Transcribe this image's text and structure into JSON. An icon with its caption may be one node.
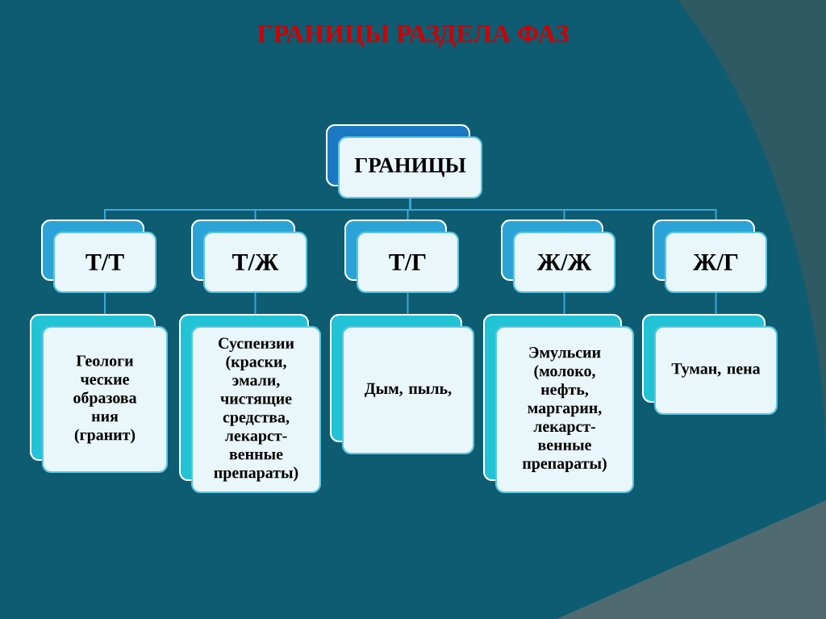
{
  "diagram": {
    "title": "ГРАНИЦЫ РАЗДЕЛА ФАЗ",
    "nodes": [
      {
        "text": [
          "ГРАНИЦЫ"
        ]
      },
      {
        "text": [
          "Т/Т"
        ]
      },
      {
        "text": [
          "Т/Ж"
        ]
      },
      {
        "text": [
          "Т/Г"
        ]
      },
      {
        "text": [
          "Ж/Ж"
        ]
      },
      {
        "text": [
          "Ж/Г"
        ]
      },
      {
        "text": [
          "Геологи ческие образова ния (гранит)"
        ]
      },
      {
        "text": [
          "Суспензии (краски, эмали, чистящие средства, лекарст- венные препараты)"
        ]
      },
      {
        "text": [
          "Дым, пыль,"
        ]
      },
      {
        "text": [
          "Эмульсии (молоко, нефть, маргарин, лекарст- венные препараты)"
        ]
      },
      {
        "text": [
          "Туман, пена"
        ]
      }
    ],
    "edges": [
      {
        "from": 0,
        "to": 1,
        "arrow": "none"
      },
      {
        "from": 0,
        "to": 2,
        "arrow": "none"
      },
      {
        "from": 0,
        "to": 3,
        "arrow": "none"
      },
      {
        "from": 0,
        "to": 4,
        "arrow": "none"
      },
      {
        "from": 0,
        "to": 5,
        "arrow": "none"
      },
      {
        "from": 1,
        "to": 6,
        "arrow": "none"
      },
      {
        "from": 2,
        "to": 7,
        "arrow": "none"
      },
      {
        "from": 3,
        "to": 8,
        "arrow": "none"
      },
      {
        "from": 4,
        "to": 9,
        "arrow": "none"
      },
      {
        "from": 5,
        "to": 10,
        "arrow": "none"
      }
    ]
  }
}
